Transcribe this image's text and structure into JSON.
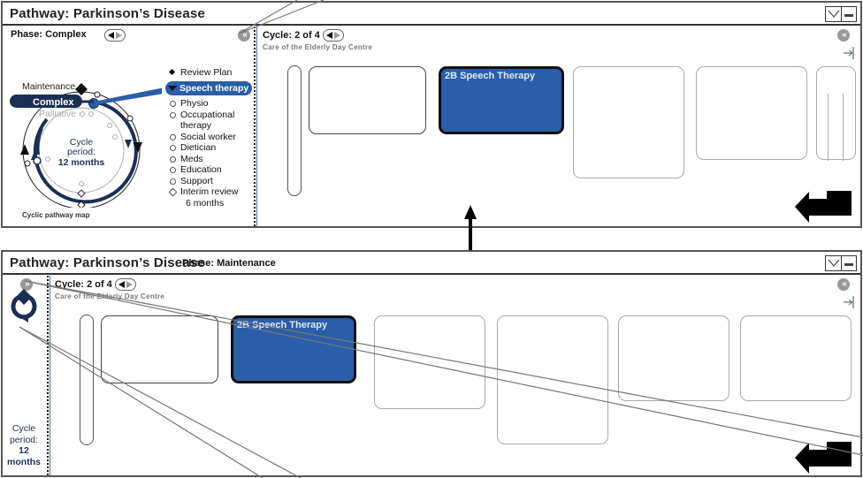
{
  "top_panel": {
    "title": "Pathway: Parkinson’s Disease",
    "phase_label": "Phase: Complex",
    "map": {
      "phases": [
        "Maintenance",
        "Complex",
        "Palliative"
      ],
      "selected_phase": "Complex",
      "center_line1": "Cycle",
      "center_line2": "period:",
      "center_line3": "12 months",
      "caption": "Cyclic pathway map"
    },
    "services": [
      {
        "label": "Review Plan",
        "marker": "diamond"
      },
      {
        "label": "Speech therapy",
        "marker": "selected"
      },
      {
        "label": "Physio",
        "marker": "circle"
      },
      {
        "label": "Occupational",
        "marker": "circle"
      },
      {
        "label": "therapy",
        "marker": "none"
      },
      {
        "label": "Social worker",
        "marker": "circle"
      },
      {
        "label": "Dietician",
        "marker": "circle"
      },
      {
        "label": "Meds",
        "marker": "circle"
      },
      {
        "label": "Education",
        "marker": "circle"
      },
      {
        "label": "Support",
        "marker": "circle"
      },
      {
        "label": "Interim review",
        "marker": "open-diamond"
      },
      {
        "label": "6 months",
        "marker": "indent"
      }
    ],
    "cycle_label": "Cycle: 2 of 4",
    "location": "Care of the Elderly Day Centre",
    "active_card_label": "2B  Speech Therapy"
  },
  "bottom_panel": {
    "title": "Pathway: Parkinson’s Disease",
    "phase_label": "Phase: Maintenance",
    "cycle_label": "Cycle: 2 of 4",
    "location": "Care of the Elderly Day Centre",
    "sidebar_period_line1": "Cycle",
    "sidebar_period_line2": "period:",
    "sidebar_period_line3": "12",
    "sidebar_period_line4": "months",
    "active_card_label": "2B  Speech Therapy"
  },
  "icons": {
    "collapse": "double-chevron-left",
    "expand": "double-chevron-right",
    "pin": "arrow-to-bar",
    "back": "return-arrow",
    "transition": "double-headed-arrow",
    "cycle": "refresh-cycle"
  },
  "colors": {
    "accent": "#2a5ea8",
    "navy": "#1b2f55",
    "border": "#555555"
  }
}
